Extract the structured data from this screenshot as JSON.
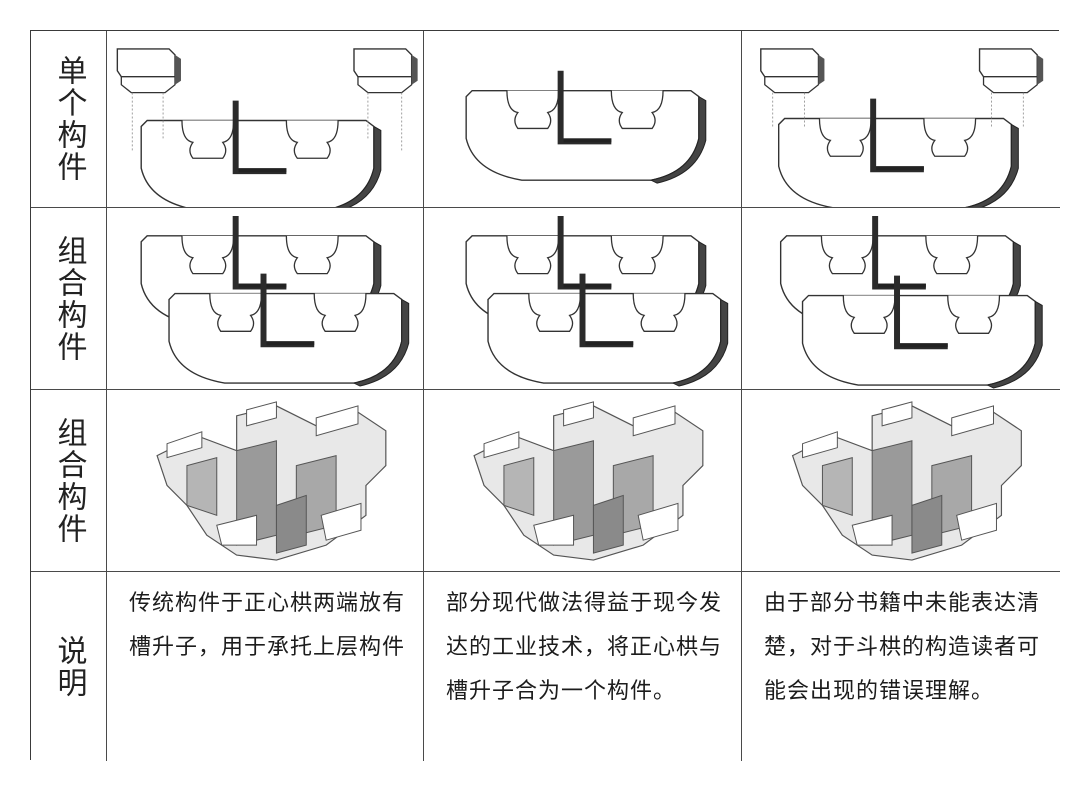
{
  "rows": [
    {
      "label": "单个构件"
    },
    {
      "label": "组合构件"
    },
    {
      "label": "组合构件"
    },
    {
      "label": "说明"
    }
  ],
  "descriptions": [
    "传统构件于正心栱两端放有槽升子，用于承托上层构件",
    "部分现代做法得益于现今发达的工业技术，将正心栱与槽升子合为一个构件。",
    "由于部分书籍中未能表达清楚，对于斗栱的构造读者可能会出现的错误理解。"
  ]
}
